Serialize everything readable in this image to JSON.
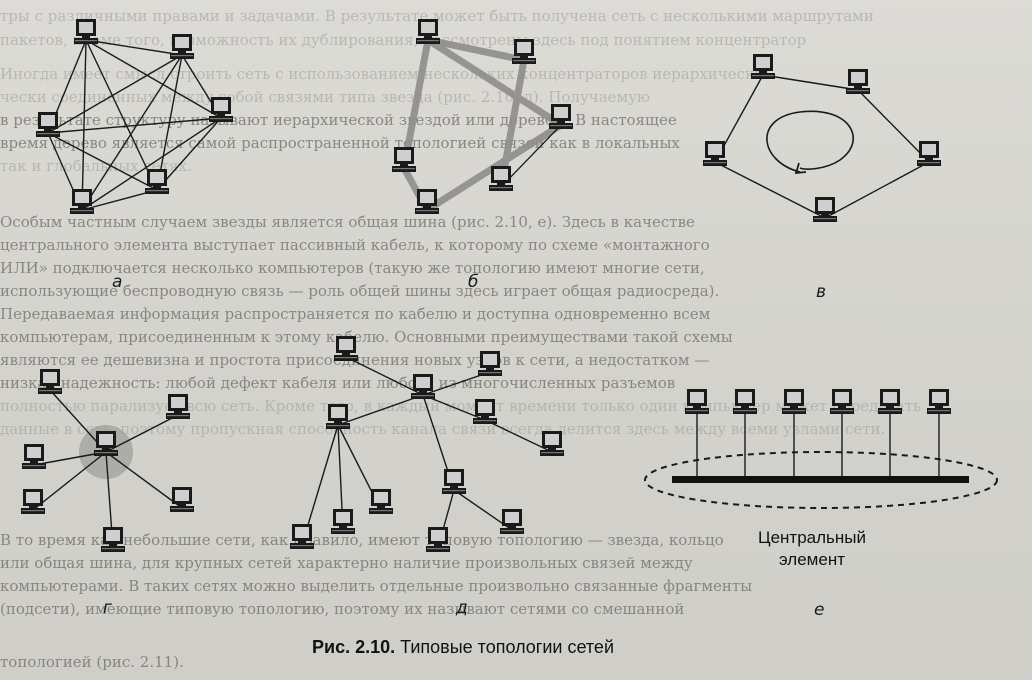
{
  "figure": {
    "caption_number": "Рис. 2.10.",
    "caption_text": "Типовые топологии сетей"
  },
  "panes": [
    {
      "id": "a",
      "letter": "а"
    },
    {
      "id": "b",
      "letter": "б"
    },
    {
      "id": "v",
      "letter": "в"
    },
    {
      "id": "g",
      "letter": "г"
    },
    {
      "id": "d",
      "letter": "д"
    },
    {
      "id": "e",
      "letter": "е"
    }
  ],
  "bus_label": {
    "line1": "Центральный",
    "line2": "элемент"
  },
  "colors": {
    "paper": "#d6d5cf",
    "ink": "#111111",
    "hub_fill": "#9e9c97",
    "ring_band": "#8c8a86"
  },
  "icon": "computer-icon"
}
